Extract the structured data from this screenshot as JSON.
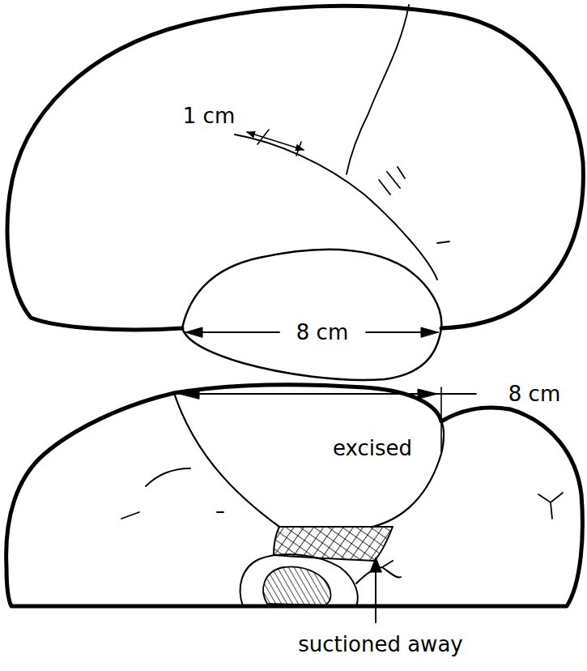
{
  "diagram": {
    "labels": [
      "1 cm",
      "8 cm",
      "8 cm",
      "excised",
      "suctioned away"
    ]
  }
}
